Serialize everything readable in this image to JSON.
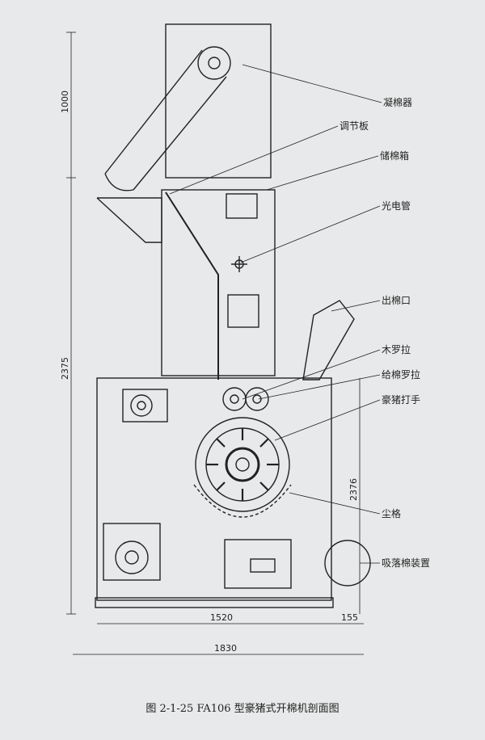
{
  "figure": {
    "caption": "图 2-1-25   FA106 型豪猪式开棉机剖面图"
  },
  "labels": {
    "condenser": "凝棉器",
    "adjust_plate": "调节板",
    "storage_box": "储棉箱",
    "photocell": "光电管",
    "cotton_outlet": "出棉口",
    "wooden_roller": "木罗拉",
    "feed_roller": "给棉罗拉",
    "porcupine_beater": "豪猪打手",
    "grid_bars": "尘格",
    "suction_device": "吸落棉装置"
  },
  "dimensions": {
    "top_height": "1000",
    "total_height": "2375",
    "side_height": "2376",
    "base_width": "1520",
    "right_offset": "155",
    "overall_width": "1830"
  }
}
